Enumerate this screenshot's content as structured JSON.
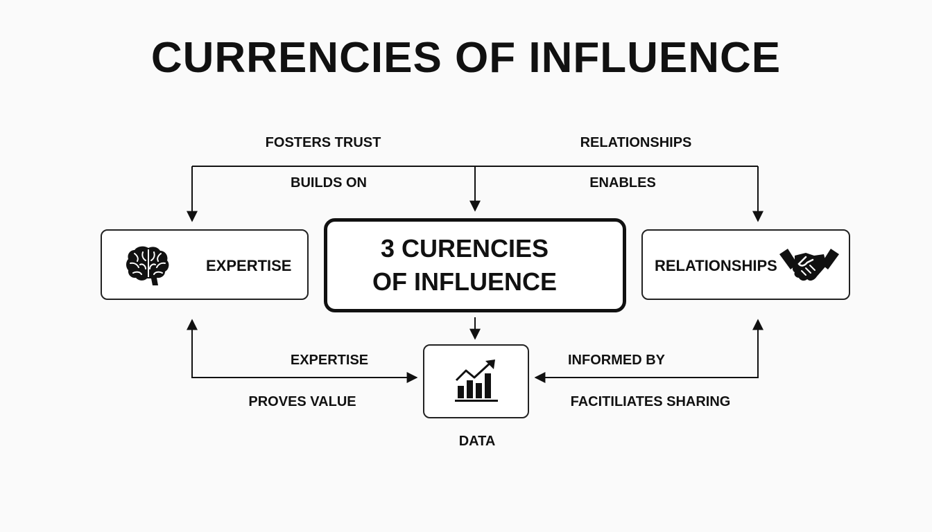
{
  "title": "CURRENCIES OF INFLUENCE",
  "center": {
    "line1": "3 CURENCIES",
    "line2": "OF INFLUENCE"
  },
  "nodes": {
    "expertise": "EXPERTISE",
    "relationships": "RELATIONSHIPS",
    "data": "DATA"
  },
  "edges": {
    "fosters_trust": "FOSTERS TRUST",
    "relationships_top": "RELATIONSHIPS",
    "builds_on": "BUILDS ON",
    "enables": "ENABLES",
    "expertise_bottom": "EXPERTISE",
    "proves_value": "PROVES VALUE",
    "informed_by": "INFORMED BY",
    "facilitates_sharing": "FACITILIATES SHARING"
  },
  "icons": {
    "expertise": "brain-icon",
    "relationships": "handshake-icon",
    "data": "bar-chart-trend-icon"
  }
}
